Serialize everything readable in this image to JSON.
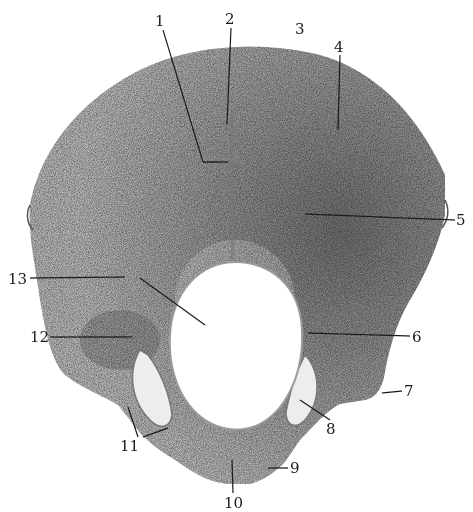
{
  "labels": {
    "l1": "1",
    "l2": "2",
    "l3": "3",
    "l4": "4",
    "l5": "5",
    "l6": "6",
    "l7": "7",
    "l8": "8",
    "l9": "9",
    "l10": "10",
    "l11": "11",
    "l12": "12",
    "l13": "13"
  },
  "colors": {
    "bone_light": "#d9d9d9",
    "bone_mid": "#b3b3b3",
    "bone_dark": "#7a7a7a",
    "foramen": "#ffffff",
    "ink": "#1a1a1a"
  }
}
